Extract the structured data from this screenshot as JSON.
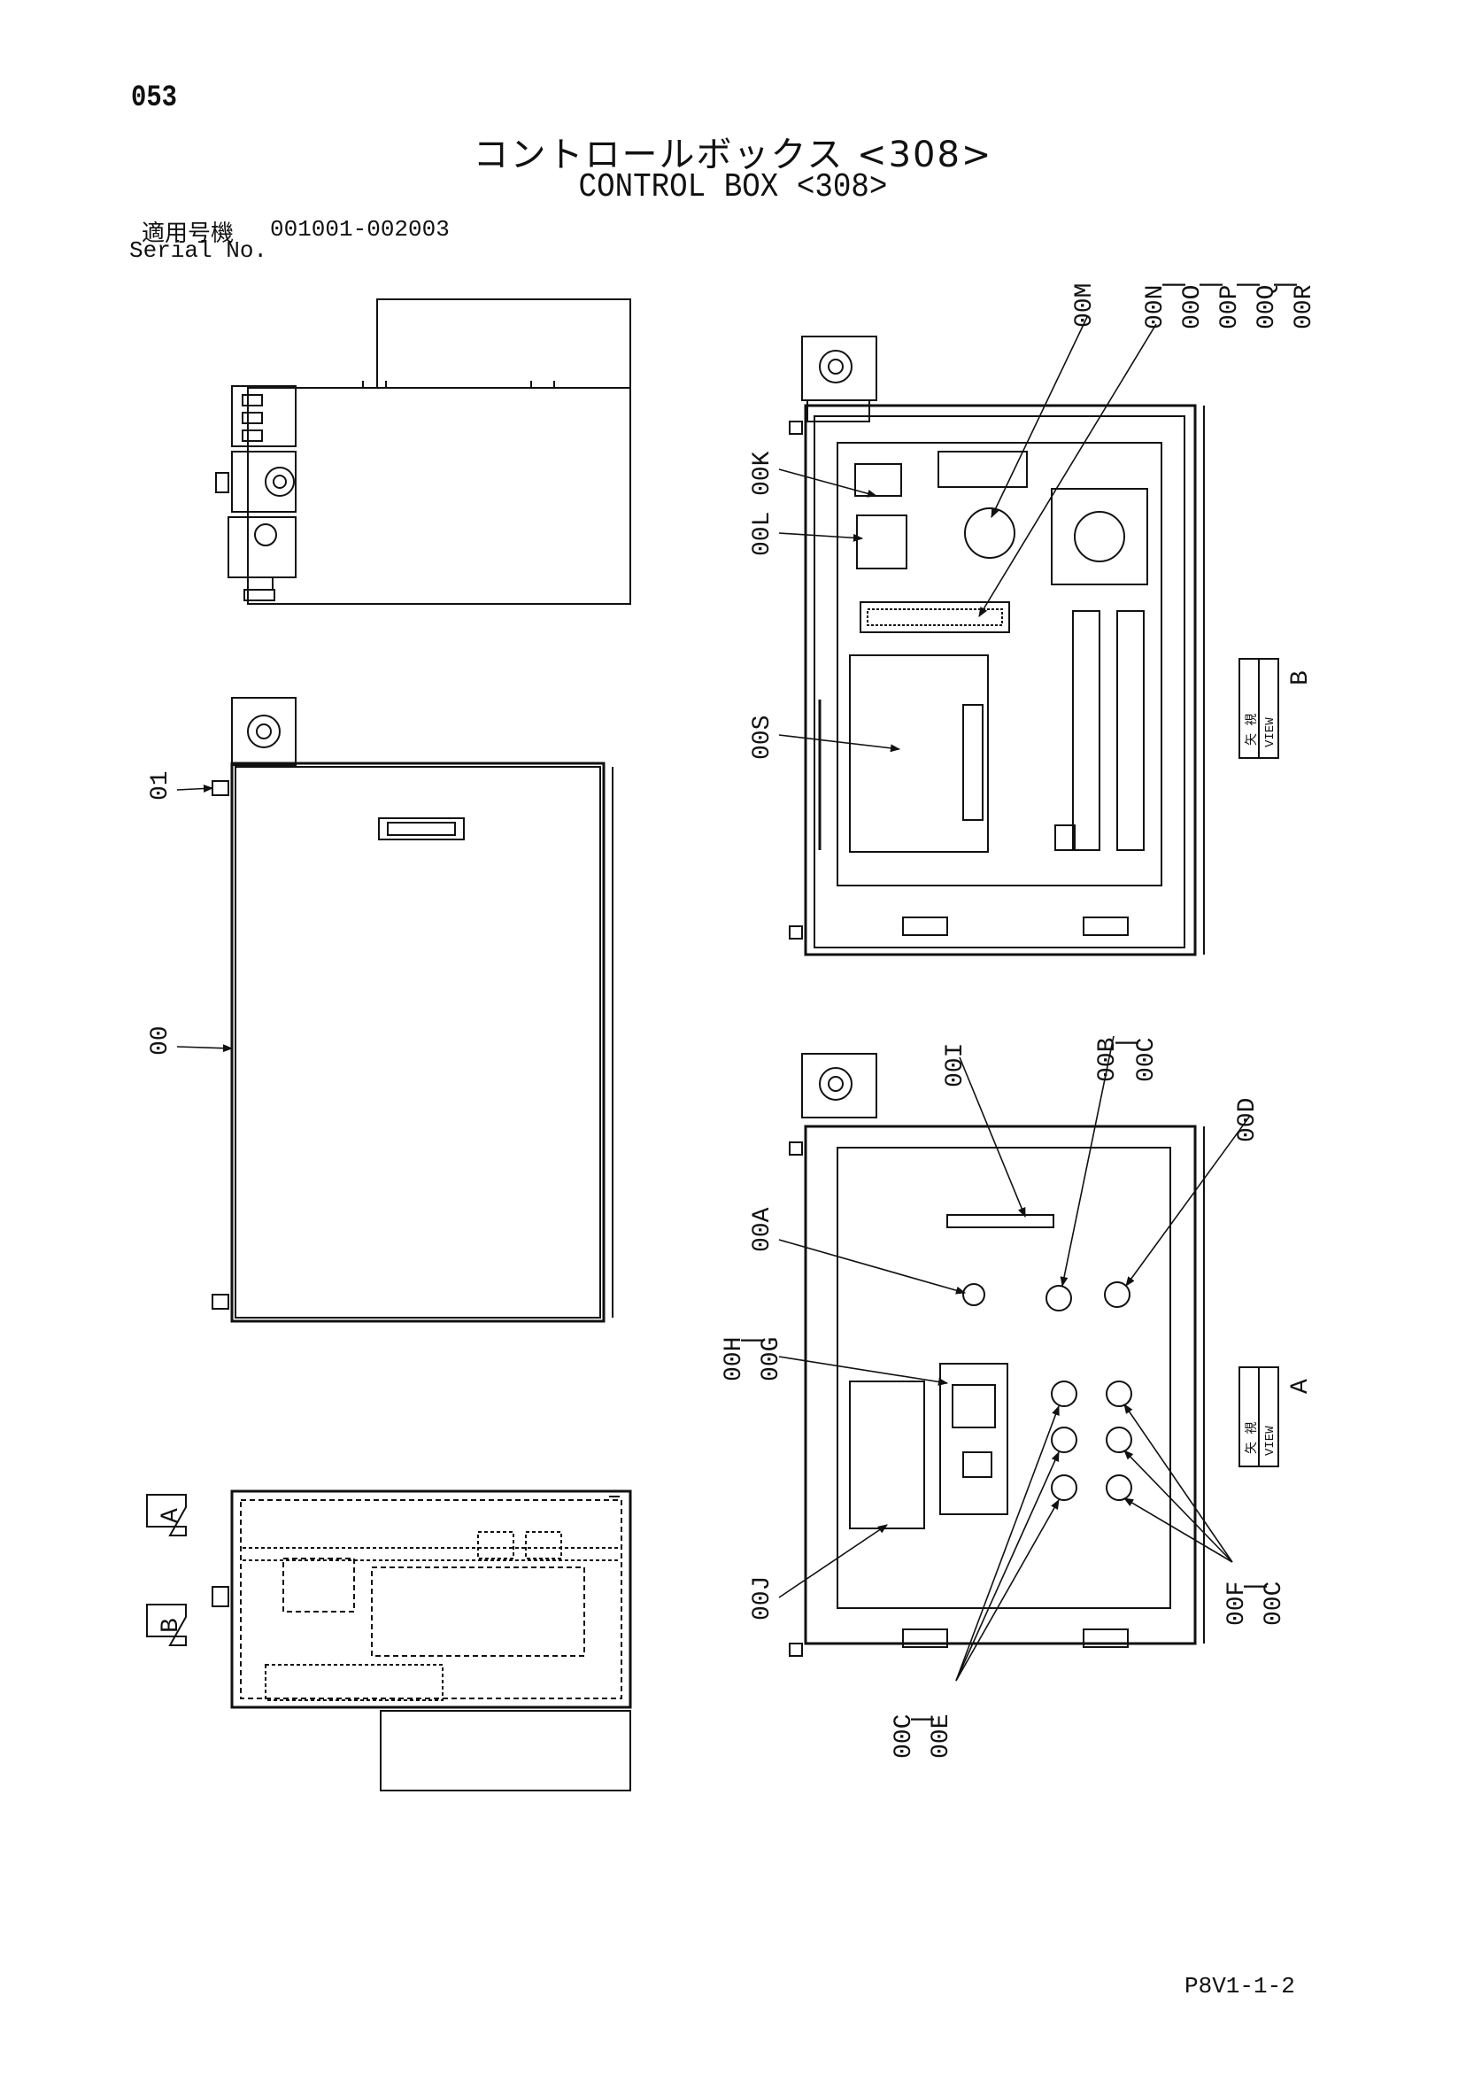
{
  "header": {
    "page_number": "053",
    "title_ja": "コントロールボックス <308>",
    "title_en": "CONTROL BOX <308>",
    "serial_label_ja": "適用号機",
    "serial_range": "001001-002003",
    "serial_label_en": "Serial No."
  },
  "callouts": {
    "c01": "01",
    "c00": "00",
    "c00K": "00K",
    "c00L": "00L",
    "c00S": "00S",
    "c00M": "00M",
    "c00N_00R": [
      "00N",
      "|",
      "00O",
      "|",
      "00P",
      "|",
      "00Q",
      "|",
      "00R"
    ],
    "c00I": "00I",
    "c00B_00C": [
      "00B",
      "|",
      "00C"
    ],
    "c00D": "00D",
    "c00A": "00A",
    "c00H_00G": [
      "00H",
      "|",
      "00G"
    ],
    "c00J": "00J",
    "c00C_00E": [
      "00C",
      "|",
      "00E"
    ],
    "c00F_00C": [
      "00F",
      "|",
      "00C"
    ]
  },
  "view_labels": {
    "view_b_ja": "矢 視",
    "view_b_en": "VIEW",
    "view_b_letter": "B",
    "view_a_ja": "矢 視",
    "view_a_en": "VIEW",
    "view_a_letter": "A"
  },
  "arrow_markers": {
    "a": "A",
    "b": "B"
  },
  "footer": {
    "code": "P8V1-1-2"
  }
}
